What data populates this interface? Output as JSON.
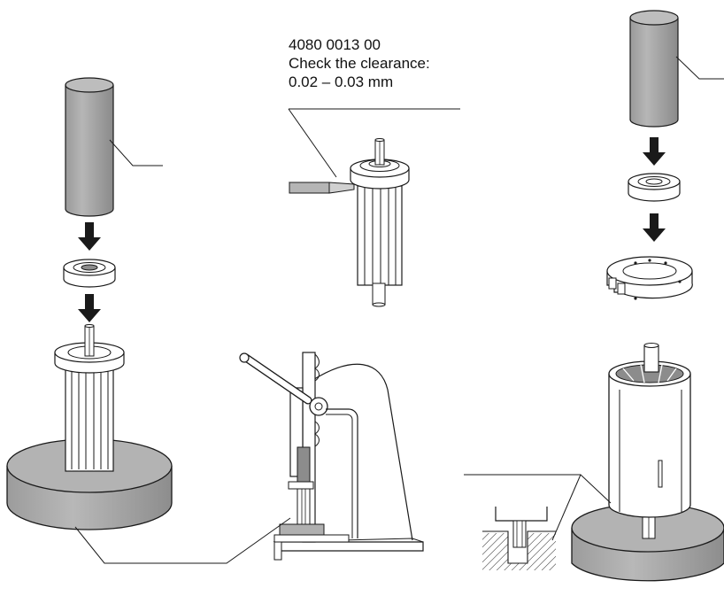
{
  "callout": {
    "part_number": "4080 0013 00",
    "instruction": "Check the clearance:",
    "clearance_range": "0.02 – 0.03 mm"
  },
  "colors": {
    "line": "#1a1a1a",
    "tool_fill_light": "#a9a9a9",
    "tool_fill_dark": "#8c8c8c",
    "part_fill": "#ffffff",
    "feeler_fill": "#b5b5b5"
  }
}
